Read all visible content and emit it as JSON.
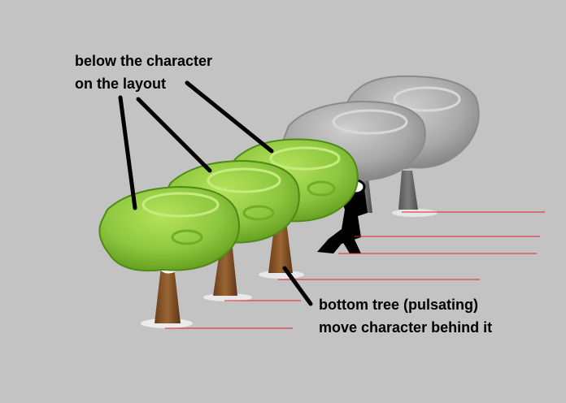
{
  "annotations": {
    "top": {
      "line1": "below the character",
      "line2": "on the layout"
    },
    "bottom": {
      "line1": "bottom tree (pulsating)",
      "line2": "move character behind it"
    }
  },
  "scene": {
    "background_color": "#c3c3c3",
    "tree_colors": {
      "foliage_green": "#8cc63f",
      "foliage_green_dark": "#5f9a1c",
      "foliage_gray": "#a6a6a6",
      "trunk_brown": "#8b5a2b",
      "trunk_gray": "#6f6f6f"
    },
    "guide_line_color": "#e02020",
    "character_color": "#000000"
  }
}
